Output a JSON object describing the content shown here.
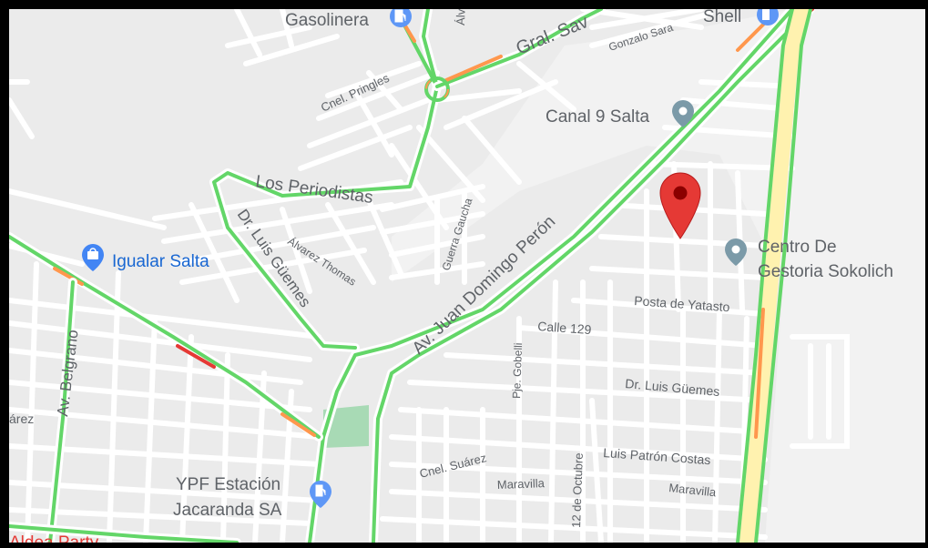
{
  "map": {
    "pois": {
      "gasolinera": {
        "label": "Gasolinera",
        "icon": "gas-station-icon"
      },
      "shell": {
        "label": "Shell",
        "icon": "gas-station-icon"
      },
      "canal9": {
        "label": "Canal 9 Salta",
        "icon": "place-pin-icon"
      },
      "centro_line1": "Centro De",
      "centro_line2": "Gestoria Sokolich",
      "centro_icon": "place-pin-icon",
      "igualar": {
        "label": "Igualar Salta",
        "icon": "shopping-bag-icon"
      },
      "ypf_line1": "YPF Estación",
      "ypf_line2": "Jacaranda SA",
      "ypf_icon": "gas-station-icon",
      "aldea": {
        "label": "Aldea Party"
      }
    },
    "streets": {
      "gral_sav": "Gral. Sav",
      "gonzalo": "Gonzalo Sara",
      "cnel_pringles": "Cnel. Pringles",
      "los_periodistas": "Los Periodistas",
      "dr_luis_guemes_diag": "Dr. Luis Güemes",
      "alvarez_thomas": "Álvarez Thomas",
      "guerra_gaucha": "Guerra Gaucha",
      "av_peron": "Av. Juan Domingo Perón",
      "posta_yatasto": "Posta de Yatasto",
      "calle_129": "Calle 129",
      "pje_gobelli": "Pje. Gobelli",
      "dr_luis_guemes": "Dr. Luis Güemes",
      "luis_patron": "Luis Patrón Costas",
      "cnel_suarez": "Cnel. Suárez",
      "maravilla_1": "Maravilla",
      "maravilla_2": "Maravilla",
      "doce_octubre": "12 de Octubre",
      "av_belgrano": "Av. Belgrano",
      "alvarez_left": "árez",
      "alv_top": "Álv"
    },
    "marker": {
      "icon": "location-pin-icon",
      "color": "#e53935"
    },
    "colors": {
      "land": "#ebebeb",
      "road": "#ffffff",
      "traffic_green": "#63d668",
      "traffic_orange": "#ff974d",
      "traffic_red": "#e53935",
      "highway": "#fff2af",
      "park": "#a8dab5",
      "poi_blue": "#4285f4",
      "poi_text_gray": "#5f6368",
      "poi_text_blue": "#1967d2",
      "aldea_text": "#e53935"
    }
  }
}
